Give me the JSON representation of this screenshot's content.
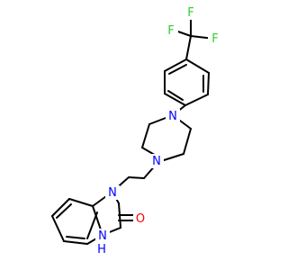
{
  "molecule": {
    "atom_labels": {
      "F1": "F",
      "F2": "F",
      "F3": "F",
      "N_piperazine_top": "N",
      "N_piperazine_bottom": "N",
      "N_imidazole": "N",
      "NH": "H",
      "O": "O"
    },
    "colors": {
      "bond": "#000000",
      "nitrogen": "#0000ff",
      "oxygen": "#ff0000",
      "fluorine": "#33cc33",
      "background": "#ffffff"
    }
  }
}
